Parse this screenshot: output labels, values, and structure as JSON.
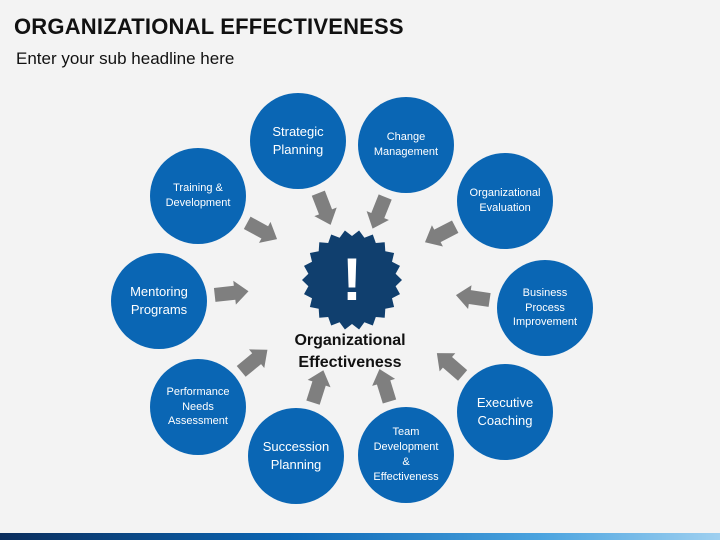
{
  "title": "ORGANIZATIONAL EFFECTIVENESS",
  "subtitle": "Enter your sub headline here",
  "center": {
    "label_line1": "Organizational",
    "label_line2": "Effectiveness",
    "symbol": "!"
  },
  "nodes": [
    {
      "id": "strategic-planning",
      "lines": [
        "Strategic",
        "Planning"
      ]
    },
    {
      "id": "change-management",
      "lines": [
        "Change",
        "Management"
      ]
    },
    {
      "id": "organizational-evaluation",
      "lines": [
        "Organizational",
        "Evaluation"
      ]
    },
    {
      "id": "business-process-improvement",
      "lines": [
        "Business",
        "Process",
        "Improvement"
      ]
    },
    {
      "id": "executive-coaching",
      "lines": [
        "Executive",
        "Coaching"
      ]
    },
    {
      "id": "team-development",
      "lines": [
        "Team",
        "Development",
        "&",
        "Effectiveness"
      ]
    },
    {
      "id": "succession-planning",
      "lines": [
        "Succession",
        "Planning"
      ]
    },
    {
      "id": "performance-needs-assessment",
      "lines": [
        "Performance",
        "Needs",
        "Assessment"
      ]
    },
    {
      "id": "mentoring-programs",
      "lines": [
        "Mentoring",
        "Programs"
      ]
    },
    {
      "id": "training-development",
      "lines": [
        "Training &",
        "Development"
      ]
    }
  ],
  "colors": {
    "node": "#0a66b4",
    "center": "#103f6e",
    "arrow": "#7f7f7f"
  }
}
